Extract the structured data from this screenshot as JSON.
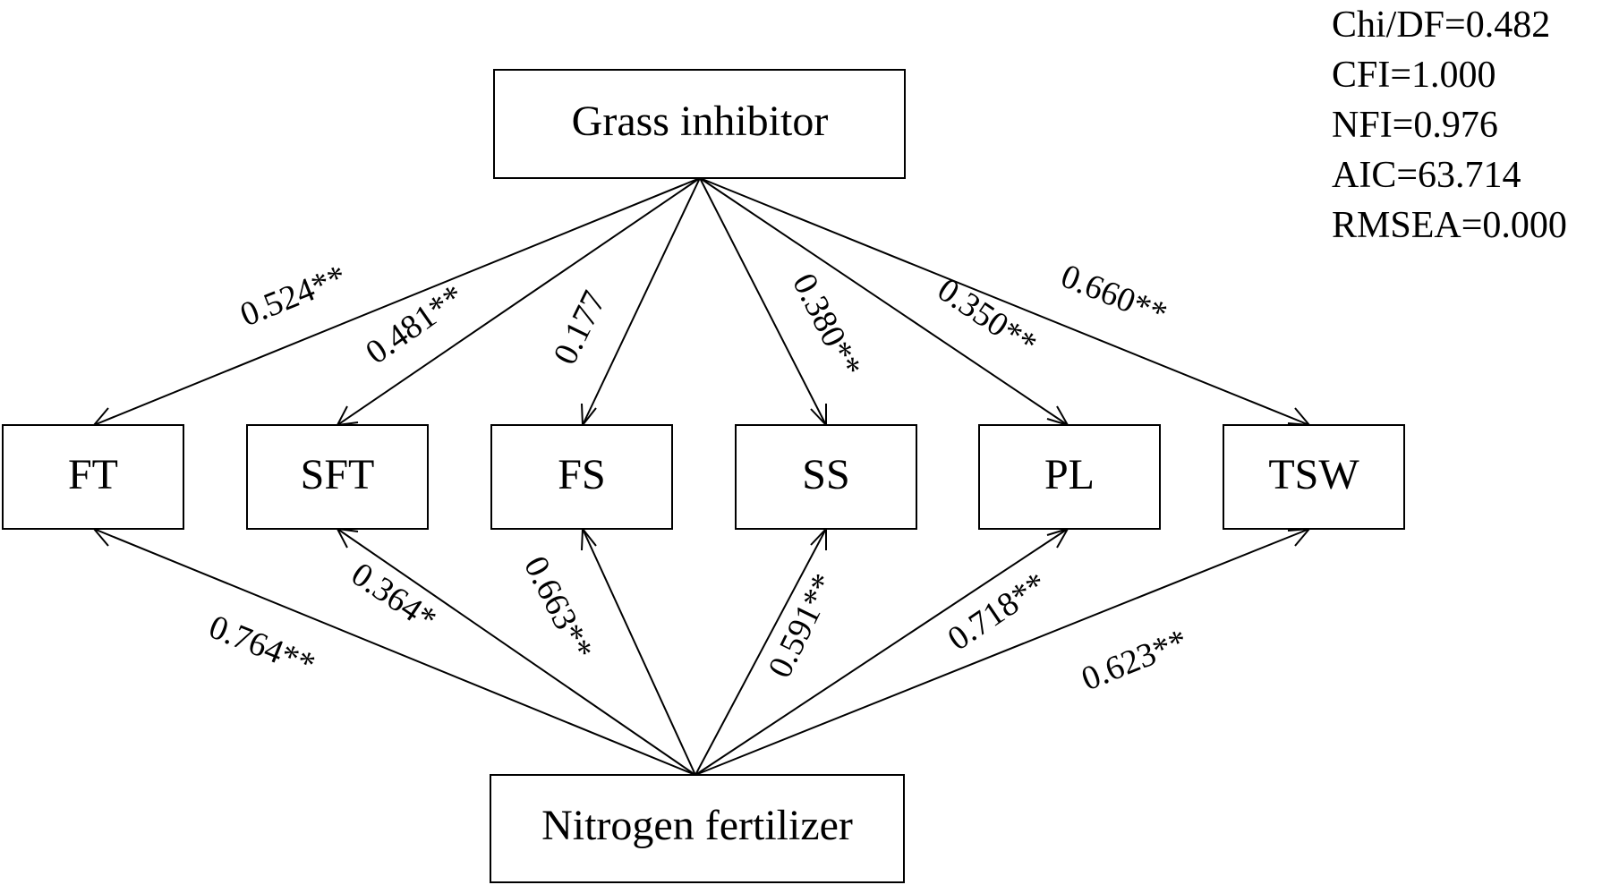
{
  "diagram": {
    "nodes": {
      "grass_inhibitor": "Grass inhibitor",
      "nitrogen_fertilizer": "Nitrogen fertilizer",
      "ft": "FT",
      "sft": "SFT",
      "fs": "FS",
      "ss": "SS",
      "pl": "PL",
      "tsw": "TSW"
    },
    "paths": [
      {
        "from": "grass_inhibitor",
        "to": "ft",
        "coefficient": "0.524**"
      },
      {
        "from": "grass_inhibitor",
        "to": "sft",
        "coefficient": "0.481**"
      },
      {
        "from": "grass_inhibitor",
        "to": "fs",
        "coefficient": "0.177"
      },
      {
        "from": "grass_inhibitor",
        "to": "ss",
        "coefficient": "0.380**"
      },
      {
        "from": "grass_inhibitor",
        "to": "pl",
        "coefficient": "0.350**"
      },
      {
        "from": "grass_inhibitor",
        "to": "tsw",
        "coefficient": "0.660**"
      },
      {
        "from": "nitrogen_fertilizer",
        "to": "ft",
        "coefficient": "0.764**"
      },
      {
        "from": "nitrogen_fertilizer",
        "to": "sft",
        "coefficient": "0.364*"
      },
      {
        "from": "nitrogen_fertilizer",
        "to": "fs",
        "coefficient": "0.663**"
      },
      {
        "from": "nitrogen_fertilizer",
        "to": "ss",
        "coefficient": "0.591**"
      },
      {
        "from": "nitrogen_fertilizer",
        "to": "pl",
        "coefficient": "0.718**"
      },
      {
        "from": "nitrogen_fertilizer",
        "to": "tsw",
        "coefficient": "0.623**"
      }
    ]
  },
  "fit_statistics": [
    "Chi/DF=0.482",
    "CFI=1.000",
    "NFI=0.976",
    "AIC=63.714",
    "RMSEA=0.000"
  ]
}
